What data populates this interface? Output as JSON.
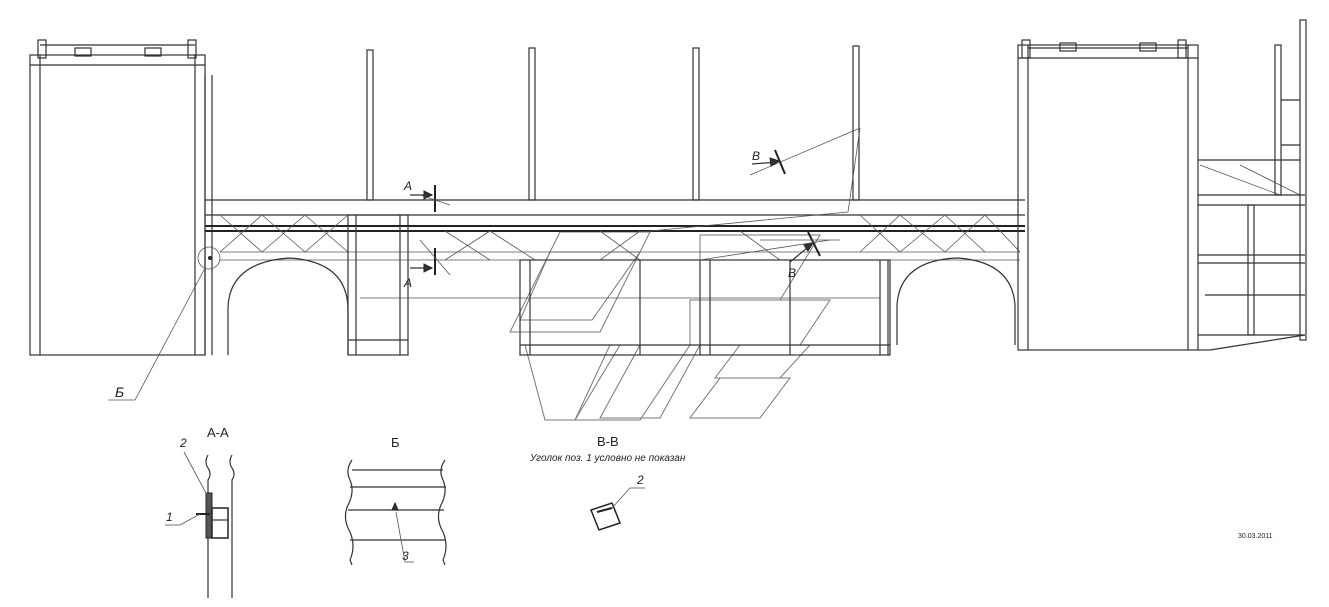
{
  "callouts": {
    "section_a_top": "А",
    "section_a_bottom": "А",
    "section_v_top": "В",
    "section_v_bottom": "В",
    "detail_b": "Б"
  },
  "detail_views": {
    "aa": {
      "title": "А-А",
      "pos1": "1",
      "pos2": "2"
    },
    "b": {
      "title": "Б",
      "pos3": "3"
    },
    "vv": {
      "title": "В-В",
      "note": "Уголок поз. 1 условно не показан",
      "pos2": "2"
    }
  },
  "date_stamp": "30.03.2011"
}
